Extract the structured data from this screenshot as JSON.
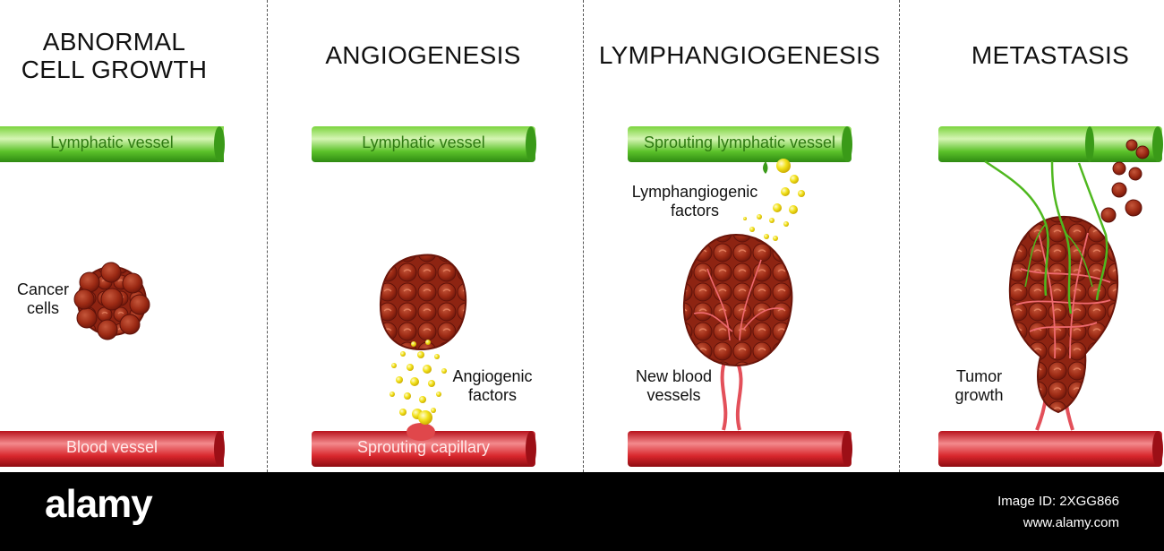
{
  "panels": [
    {
      "title": "ABNORMAL CELL GROWTH",
      "title_line1": "ABNORMAL",
      "title_line2": "CELL GROWTH",
      "lymph_label": "Lymphatic vessel",
      "blood_label": "Blood vessel",
      "cells_label_1": "Cancer",
      "cells_label_2": "cells"
    },
    {
      "title": "ANGIOGENESIS",
      "lymph_label": "Lymphatic vessel",
      "blood_label": "Sprouting capillary",
      "factors_label_1": "Angiogenic",
      "factors_label_2": "factors"
    },
    {
      "title": "LYMPHANGIOGENESIS",
      "lymph_label": "Sprouting lymphatic vessel",
      "factors_label_1": "Lymphangiogenic",
      "factors_label_2": "factors",
      "vessels_label_1": "New blood",
      "vessels_label_2": "vessels"
    },
    {
      "title": "METASTASIS",
      "growth_label_1": "Tumor",
      "growth_label_2": "growth"
    }
  ],
  "footer": {
    "brand": "alamy",
    "image_id_line1": "Image ID: 2XGG866",
    "image_id_line2": "www.alamy.com"
  },
  "colors": {
    "lymphatic": "#5cc22a",
    "blood": "#d8262c",
    "tumor": "#9c2a14",
    "factor": "#f2e21a"
  }
}
